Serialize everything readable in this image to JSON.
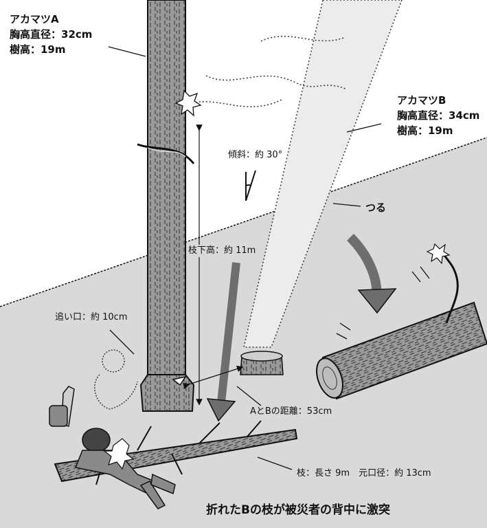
{
  "tree_a": {
    "name": "アカマツA",
    "diameter": "胸高直径：32cm",
    "height": "樹高：19m"
  },
  "tree_b": {
    "name": "アカマツB",
    "diameter": "胸高直径：34cm",
    "height": "樹高：19m"
  },
  "slope_label": "傾斜：約 30°",
  "vine_label": "つる",
  "branch_height_label": "枝下高：約 11m",
  "notch_label": "追い口：約 10cm",
  "distance_label": "AとBの距離：53cm",
  "branch_label": "枝：長さ 9m　元口径：約 13cm",
  "caption": "折れたBの枝が被災者の背中に激突",
  "colors": {
    "ground": "#d9d9d9",
    "bark": "#9a9a9a",
    "ink": "#111111",
    "arrow": "#6e6e6e"
  }
}
